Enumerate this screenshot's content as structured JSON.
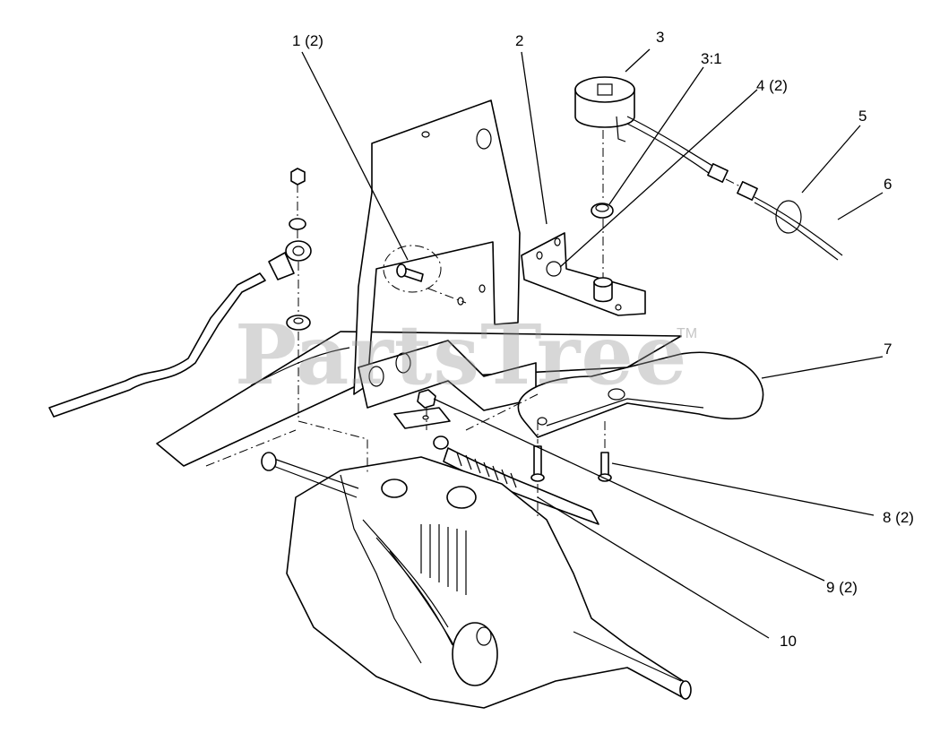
{
  "watermark": {
    "text": "PartsTree",
    "trademark": "TM"
  },
  "callouts": [
    {
      "id": "1",
      "text": "1 (2)"
    },
    {
      "id": "2",
      "text": "2"
    },
    {
      "id": "3",
      "text": "3"
    },
    {
      "id": "3-1",
      "text": "3:1"
    },
    {
      "id": "4",
      "text": "4 (2)"
    },
    {
      "id": "5",
      "text": "5"
    },
    {
      "id": "6",
      "text": "6"
    },
    {
      "id": "7",
      "text": "7"
    },
    {
      "id": "8",
      "text": "8 (2)"
    },
    {
      "id": "9",
      "text": "9 (2)"
    },
    {
      "id": "10",
      "text": "10"
    }
  ]
}
